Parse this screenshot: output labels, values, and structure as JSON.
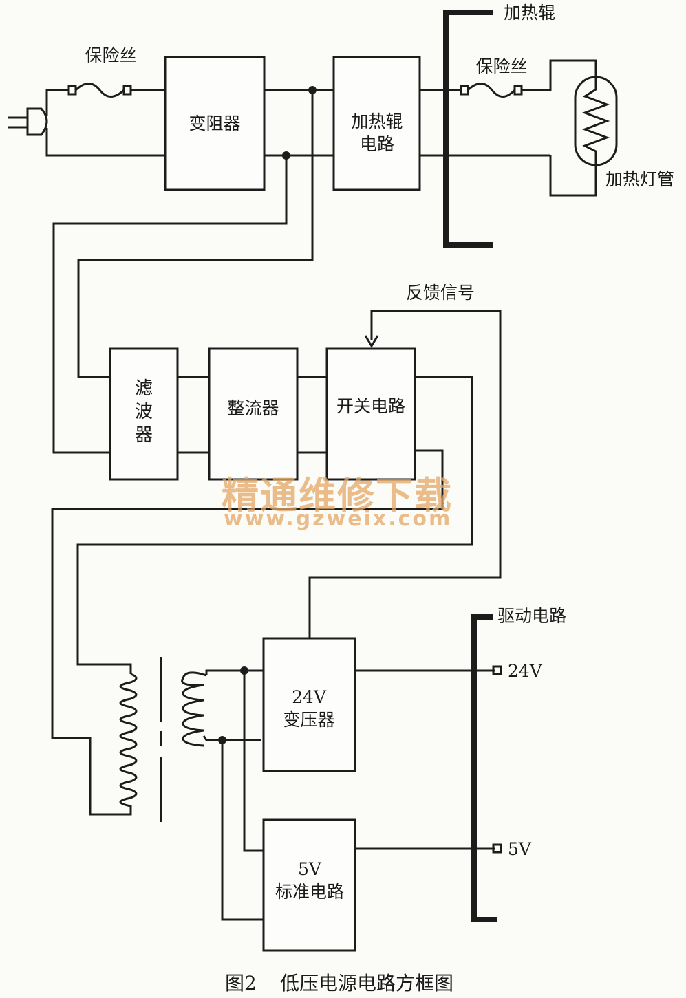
{
  "labels": {
    "fuse_top": "保险丝",
    "rheostat": "变阻器",
    "heat_roller_circuit_l1": "加热辊",
    "heat_roller_circuit_l2": "电路",
    "heat_roller": "加热辊",
    "fuse_right": "保险丝",
    "heating_lamp": "加热灯管",
    "feedback_signal": "反馈信号",
    "filter": "滤波器",
    "rectifier": "整流器",
    "switch_circuit": "开关电路",
    "drive_circuit": "驱动电路",
    "transformer_24v_l1": "24V",
    "transformer_24v_l2": "变压器",
    "out_24v": "24V",
    "std_5v_l1": "5V",
    "std_5v_l2": "标准电路",
    "out_5v": "5V"
  },
  "watermark": {
    "line1": "精通维修下载",
    "line2": "www.gzweix.com"
  },
  "caption": {
    "fig_no": "图2",
    "title": "低压电源电路方框图"
  },
  "icons": [
    "plug-icon",
    "fuse-icon",
    "heating-lamp-icon",
    "transformer-coil-icon",
    "terminal-icon"
  ],
  "colors": {
    "ink": "#1c1c1c",
    "paper": "#fbfbf8",
    "watermark": "#e4a866"
  }
}
